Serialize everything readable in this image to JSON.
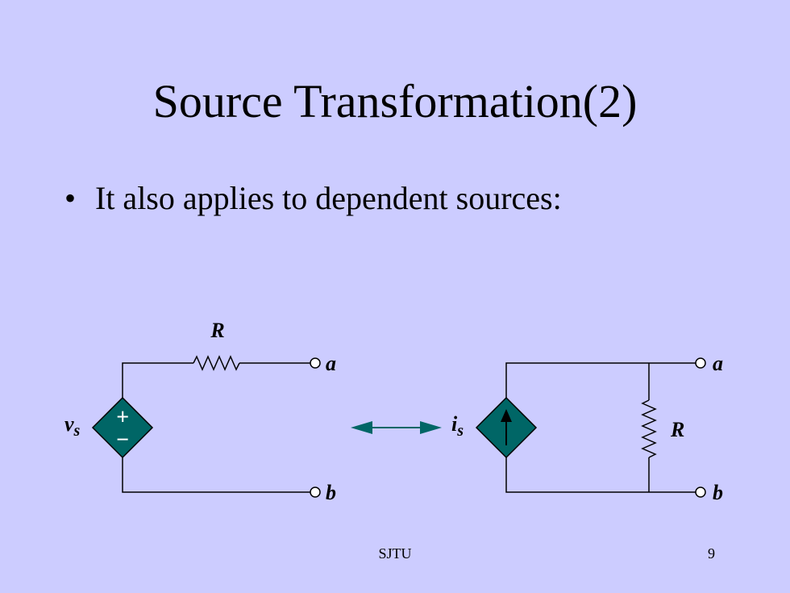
{
  "slide": {
    "title": "Source Transformation(2)",
    "bullet": "It also applies to dependent sources:",
    "bullet_marker": "•"
  },
  "circuit_left": {
    "resistor_label": "R",
    "source_label": "v",
    "source_sub": "s",
    "terminal_top": "a",
    "terminal_bottom": "b",
    "plus": "+",
    "minus": "−"
  },
  "circuit_right": {
    "resistor_label": "R",
    "source_label": "i",
    "source_sub": "s",
    "terminal_top": "a",
    "terminal_bottom": "b"
  },
  "colors": {
    "background": "#ccccff",
    "source_fill": "#006666",
    "arrow": "#006666",
    "wire": "#000000"
  },
  "footer": {
    "center": "SJTU",
    "page": "9"
  }
}
